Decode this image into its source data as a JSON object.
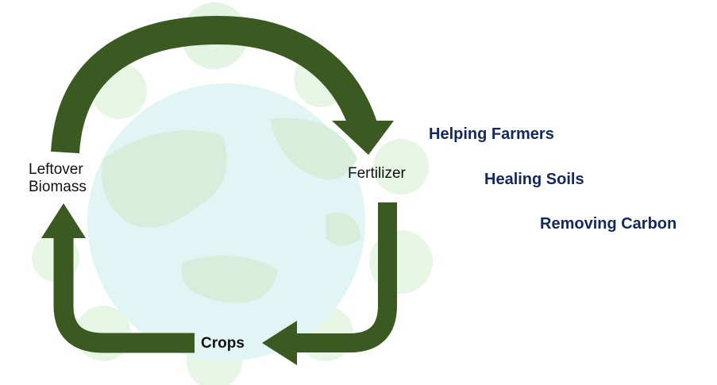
{
  "cycle": {
    "leftover_biomass": [
      "Leftover",
      "Biomass"
    ],
    "fertilizer": "Fertilizer",
    "crops": "Crops"
  },
  "benefits": [
    "Helping Farmers",
    "Healing Soils",
    "Removing Carbon"
  ],
  "colors": {
    "arrow": "#3b5a22",
    "benefit_text": "#12285e",
    "globe": "#e2f5f5",
    "land": "#d6eedb"
  }
}
